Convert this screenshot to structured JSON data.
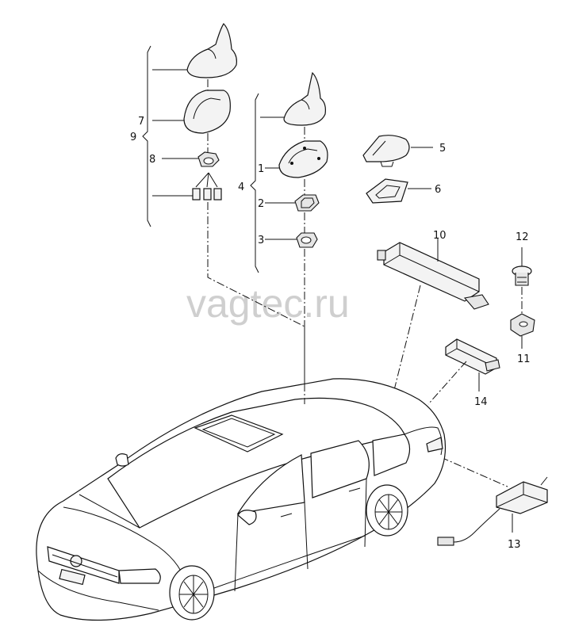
{
  "watermark": "vagtec.ru",
  "labels": {
    "p1": "1",
    "p2": "2",
    "p3": "3",
    "p4": "4",
    "p5": "5",
    "p6": "6",
    "p7": "7",
    "p8": "8",
    "p9": "9",
    "p10": "10",
    "p11": "11",
    "p12": "12",
    "p13": "13",
    "p14": "14"
  }
}
